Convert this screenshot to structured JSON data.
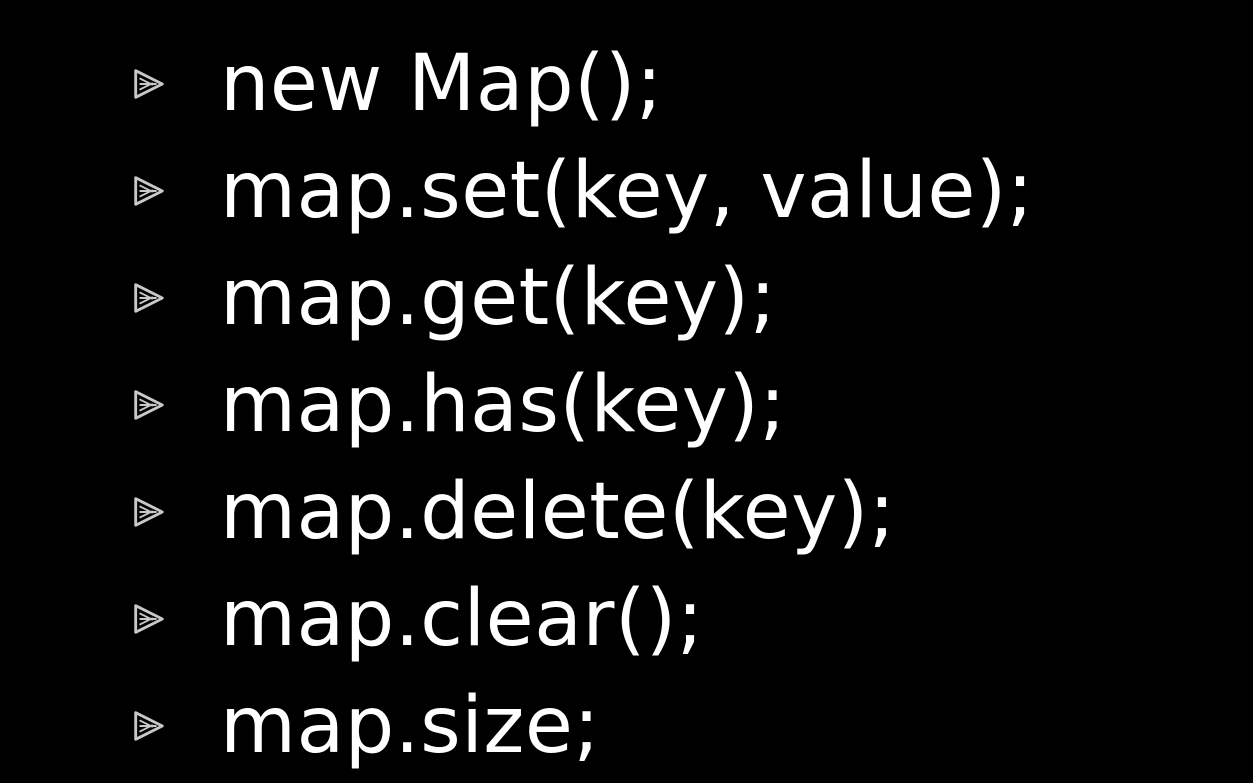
{
  "colors": {
    "background": "#000000",
    "text": "#ffffff",
    "bullet": "#c8c8c8"
  },
  "bullet_icon": "triangle-play-icon",
  "items": [
    {
      "code": "new Map();"
    },
    {
      "code": "map.set(key, value);"
    },
    {
      "code": "map.get(key);"
    },
    {
      "code": "map.has(key);"
    },
    {
      "code": "map.delete(key);"
    },
    {
      "code": "map.clear();"
    },
    {
      "code": "map.size;"
    }
  ]
}
